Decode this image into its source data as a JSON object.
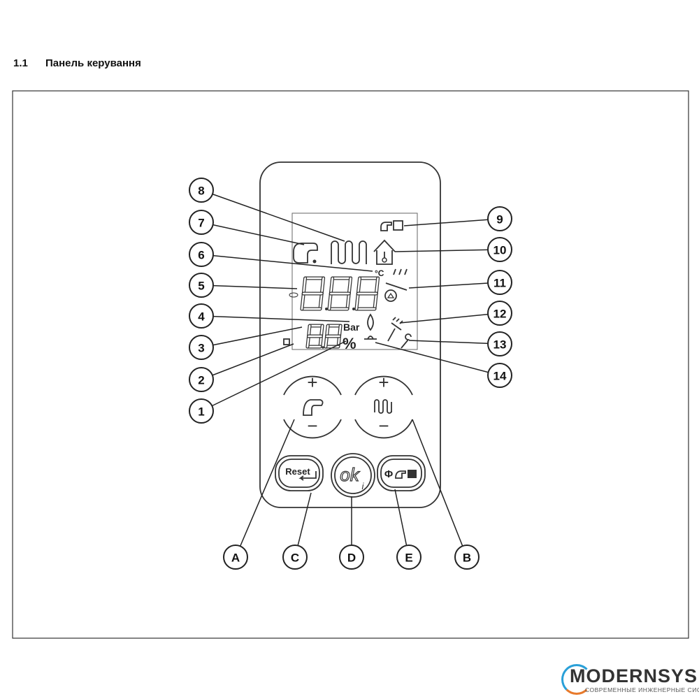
{
  "section": {
    "number": "1.1",
    "title": "Панель керування"
  },
  "display": {
    "unit_bar": "Bar",
    "unit_percent": "%",
    "unit_celsius": "°C"
  },
  "buttons": {
    "dhw": {
      "plus": "+",
      "minus": "−"
    },
    "heating": {
      "plus": "+",
      "minus": "−"
    },
    "reset": "Reset",
    "ok": "ok",
    "ok_sub": "i",
    "mode_symbol": "Φ"
  },
  "callouts": {
    "numbers": [
      "1",
      "2",
      "3",
      "4",
      "5",
      "6",
      "7",
      "8",
      "9",
      "10",
      "11",
      "12",
      "13",
      "14"
    ],
    "letters": [
      "A",
      "B",
      "C",
      "D",
      "E"
    ]
  },
  "logo": {
    "brand": "MODERNSYS",
    "tagline": "СОВРЕМЕННЫЕ ИНЖЕНЕРНЫЕ СИСТЕМЫ",
    "colors": {
      "blue": "#2aa0d8",
      "orange": "#e87a2c"
    }
  }
}
